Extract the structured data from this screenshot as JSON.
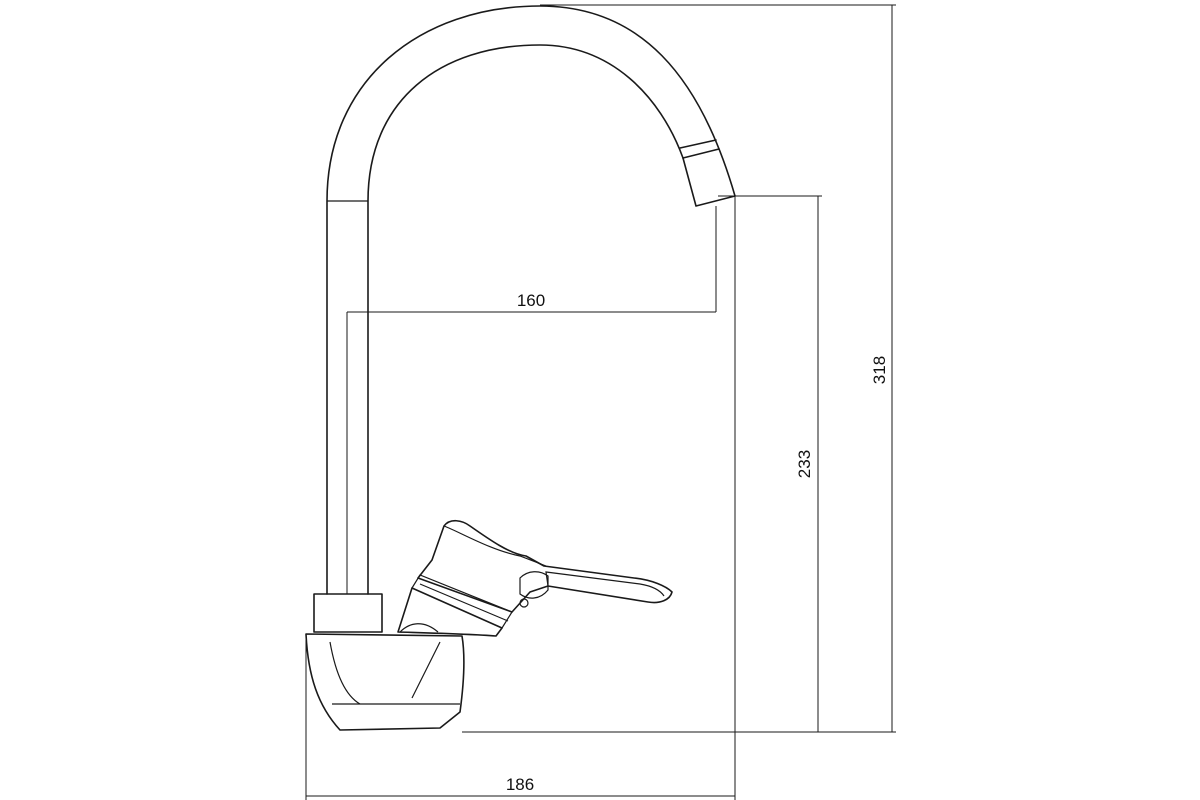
{
  "dimensions": {
    "spout_reach": "160",
    "spout_height": "233",
    "total_height": "318",
    "total_depth": "186"
  }
}
